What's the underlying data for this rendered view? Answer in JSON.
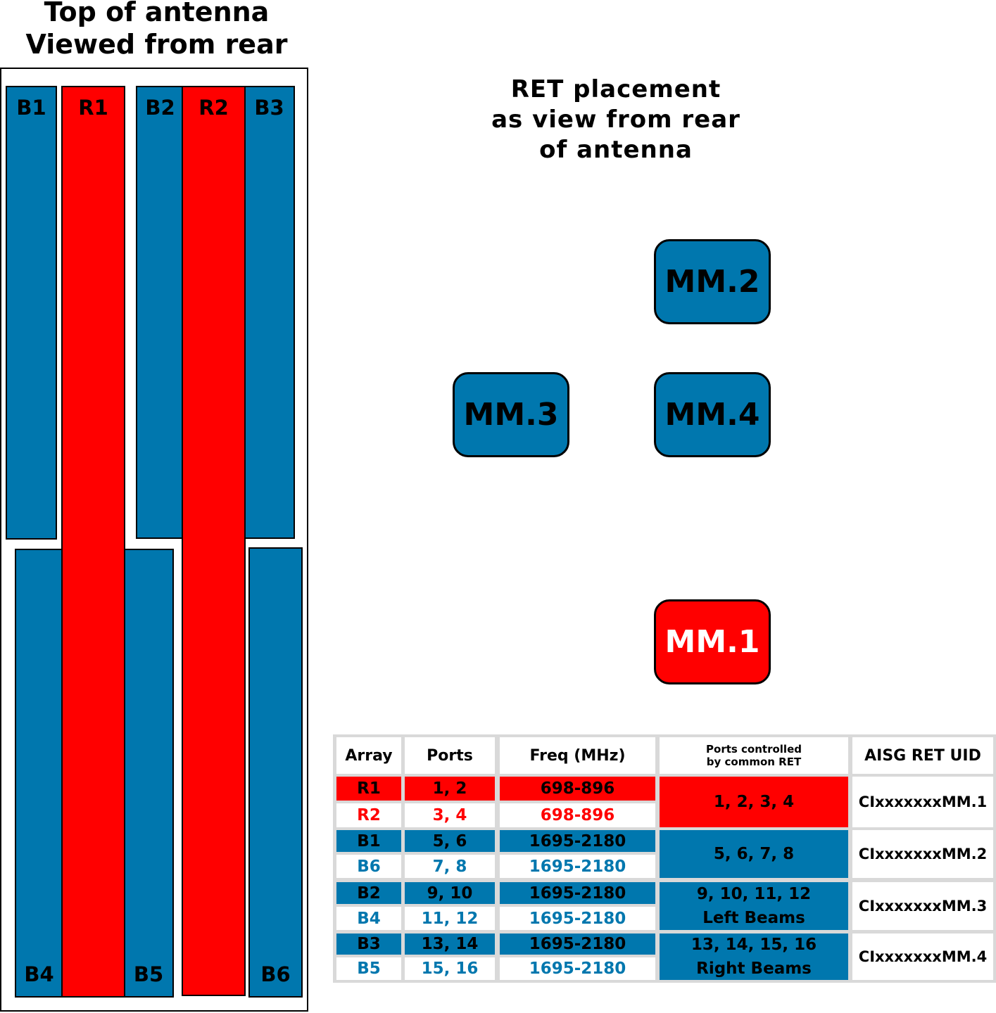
{
  "left_title": [
    "Top of antenna",
    "Viewed from rear"
  ],
  "columns": {
    "B1": "B1",
    "R1": "R1",
    "B2": "B2",
    "R2": "R2",
    "B3": "B3",
    "B4": "B4",
    "B5": "B5",
    "B6": "B6"
  },
  "ret_title": [
    "RET placement",
    "as view from rear",
    "of antenna"
  ],
  "mm": {
    "mm1": "MM.1",
    "mm2": "MM.2",
    "mm3": "MM.3",
    "mm4": "MM.4"
  },
  "colors": {
    "blue": "#0077ae",
    "red": "#ff0000"
  },
  "table": {
    "headers": {
      "array": "Array",
      "ports": "Ports",
      "freq": "Freq (MHz)",
      "common_line1": "Ports controlled",
      "common_line2": "by common RET",
      "uid": "AISG RET UID"
    },
    "rows": [
      {
        "array": "R1",
        "ports": "1, 2",
        "freq": "698-896"
      },
      {
        "array": "R2",
        "ports": "3, 4",
        "freq": "698-896"
      },
      {
        "array": "B1",
        "ports": "5, 6",
        "freq": "1695-2180"
      },
      {
        "array": "B6",
        "ports": "7, 8",
        "freq": "1695-2180"
      },
      {
        "array": "B2",
        "ports": "9, 10",
        "freq": "1695-2180"
      },
      {
        "array": "B4",
        "ports": "11, 12",
        "freq": "1695-2180"
      },
      {
        "array": "B3",
        "ports": "13, 14",
        "freq": "1695-2180"
      },
      {
        "array": "B5",
        "ports": "15, 16",
        "freq": "1695-2180"
      }
    ],
    "groups": [
      {
        "common": "1, 2, 3, 4",
        "uid": "CIxxxxxxxMM.1"
      },
      {
        "common": "5, 6, 7, 8",
        "uid": "CIxxxxxxxMM.2"
      },
      {
        "common_line1": "9, 10, 11, 12",
        "common_line2": "Left Beams",
        "uid": "CIxxxxxxxMM.3"
      },
      {
        "common_line1": "13, 14, 15, 16",
        "common_line2": "Right Beams",
        "uid": "CIxxxxxxxMM.4"
      }
    ]
  }
}
